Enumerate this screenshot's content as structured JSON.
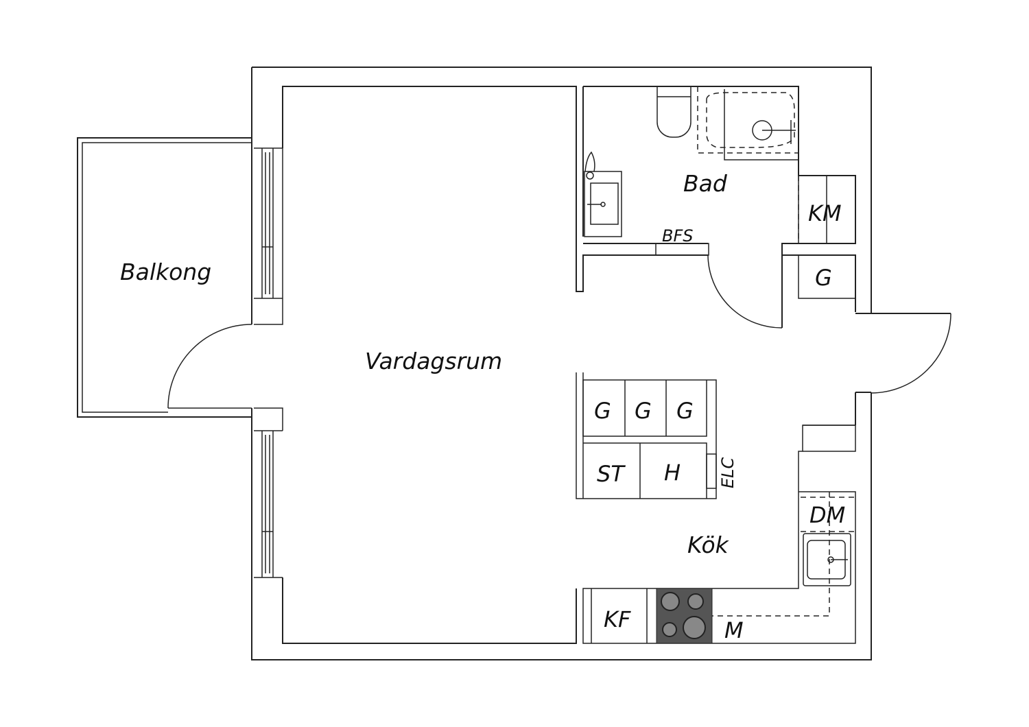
{
  "rooms": {
    "balcony": "Balkong",
    "living": "Vardagsrum",
    "bath": "Bad",
    "kitchen": "Kök"
  },
  "fixtures": {
    "bfs": "BFS",
    "km": "KM",
    "g_hall": "G",
    "g1": "G",
    "g2": "G",
    "g3": "G",
    "st": "ST",
    "h": "H",
    "elc": "ELC",
    "dm": "DM",
    "kf": "KF",
    "m": "M"
  },
  "colors": {
    "line": "#222222",
    "stove": "#555555",
    "burner": "#888888"
  }
}
